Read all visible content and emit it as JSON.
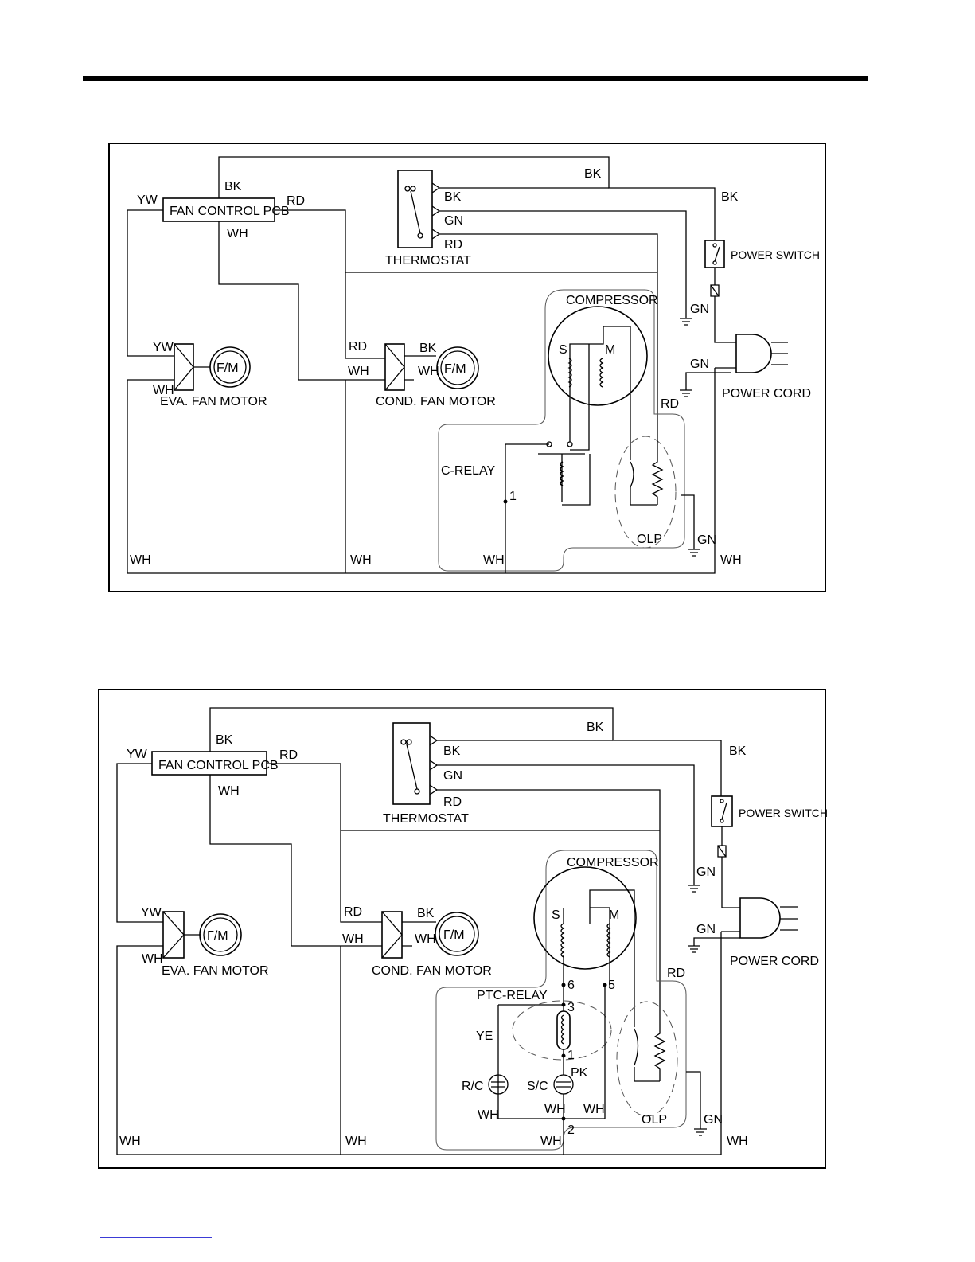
{
  "diagrams": [
    {
      "labels": {
        "bk_top": "BK",
        "bk_pcb": "BK",
        "bk_right": "BK",
        "bk_thermo": "BK",
        "yw_pcb": "YW",
        "rd_pcb": "RD",
        "wh_pcb": "WH",
        "pcb": "FAN CONTROL PCB",
        "gn_thermo": "GN",
        "rd_thermo": "RD",
        "thermostat": "THERMOSTAT",
        "power_switch": "POWER SWITCH",
        "compressor": "COMPRESSOR",
        "s": "S",
        "m": "M",
        "gn_ground1": "GN",
        "gn_ground2": "GN",
        "power_cord": "POWER CORD",
        "yw_eva": "YW",
        "wh_eva": "WH",
        "fm_eva": "F/M",
        "eva_fan_motor": "EVA. FAN MOTOR",
        "rd_cond": "RD",
        "wh_cond": "WH",
        "bk_cond": "BK",
        "wh_cond2": "WH",
        "fm_cond": "F/M",
        "cond_fan_motor": "COND. FAN MOTOR",
        "rd_olp": "RD",
        "relay": "C-RELAY",
        "term_1": "1",
        "olp": "OLP",
        "gn_olp": "GN",
        "wh_b1": "WH",
        "wh_b2": "WH",
        "wh_b3": "WH",
        "wh_b4": "WH"
      }
    },
    {
      "labels": {
        "bk_top": "BK",
        "bk_pcb": "BK",
        "bk_right": "BK",
        "bk_thermo": "BK",
        "yw_pcb": "YW",
        "rd_pcb": "RD",
        "wh_pcb": "WH",
        "pcb": "FAN CONTROL PCB",
        "gn_thermo": "GN",
        "rd_thermo": "RD",
        "thermostat": "THERMOSTAT",
        "power_switch": "POWER SWITCH",
        "compressor": "COMPRESSOR",
        "s": "S",
        "m": "M",
        "gn_ground1": "GN",
        "gn_ground2": "GN",
        "power_cord": "POWER CORD",
        "yw_eva": "YW",
        "wh_eva": "WH",
        "fm_eva": "Γ/M",
        "eva_fan_motor": "EVA. FAN MOTOR",
        "rd_cond": "RD",
        "wh_cond": "WH",
        "bk_cond": "BK",
        "wh_cond2": "WH",
        "fm_cond": "Γ/M",
        "cond_fan_motor": "COND. FAN MOTOR",
        "rd_olp": "RD",
        "ptc_relay": "PTC-RELAY",
        "term_6": "6",
        "term_5": "5",
        "term_3": "3",
        "term_1": "1",
        "term_2": "2",
        "ye": "YE",
        "pk": "PK",
        "rc": "R/C",
        "sc": "S/C",
        "wh_rc": "WH",
        "wh_sc": "WH",
        "wh_m": "WH",
        "olp": "OLP",
        "gn_olp": "GN",
        "wh_b1": "WH",
        "wh_b2": "WH",
        "wh_b3": "WH",
        "wh_b4": "WH"
      }
    }
  ]
}
